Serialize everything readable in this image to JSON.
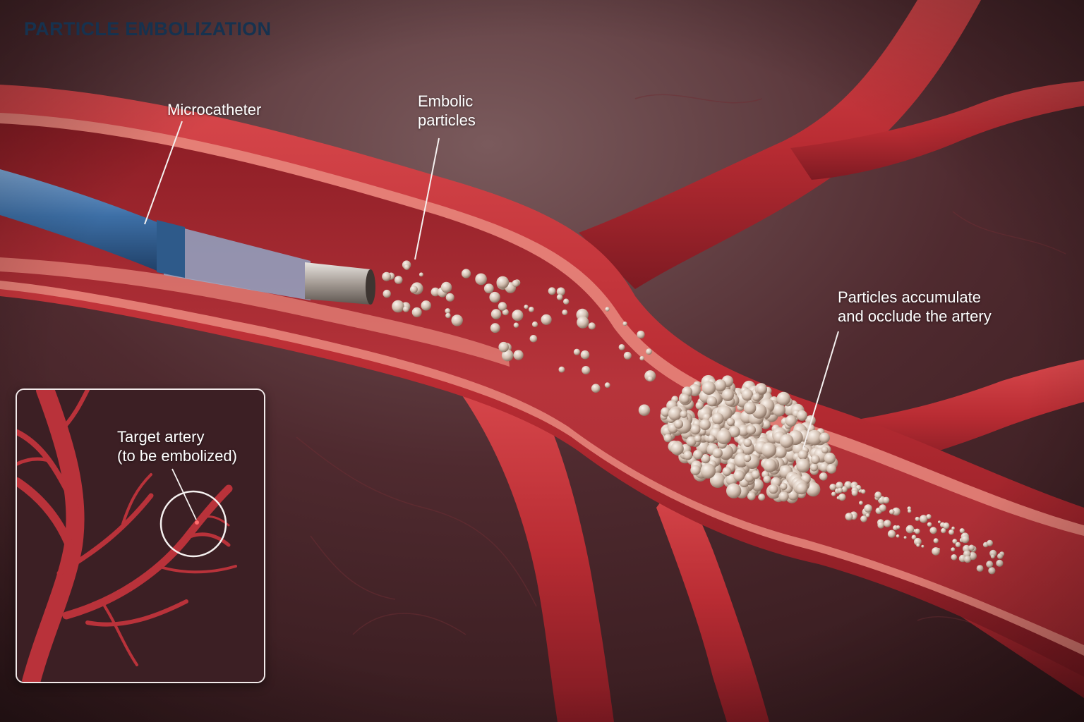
{
  "title": "PARTICLE EMBOLIZATION",
  "labels": {
    "microcatheter": "Microcatheter",
    "embolic_particles": [
      "Embolic",
      "particles"
    ],
    "accumulate": [
      "Particles accumulate",
      "and occlude the artery"
    ],
    "target_artery": [
      "Target artery",
      "(to be embolized)"
    ]
  },
  "colors": {
    "title": "#16324f",
    "vessel": "#c4343a",
    "vessel_dark": "#8e1f26",
    "lumen": "#b02c33",
    "catheter": "#3a6ea6",
    "particle": "#d9c8bb",
    "background": "#4a252a"
  }
}
